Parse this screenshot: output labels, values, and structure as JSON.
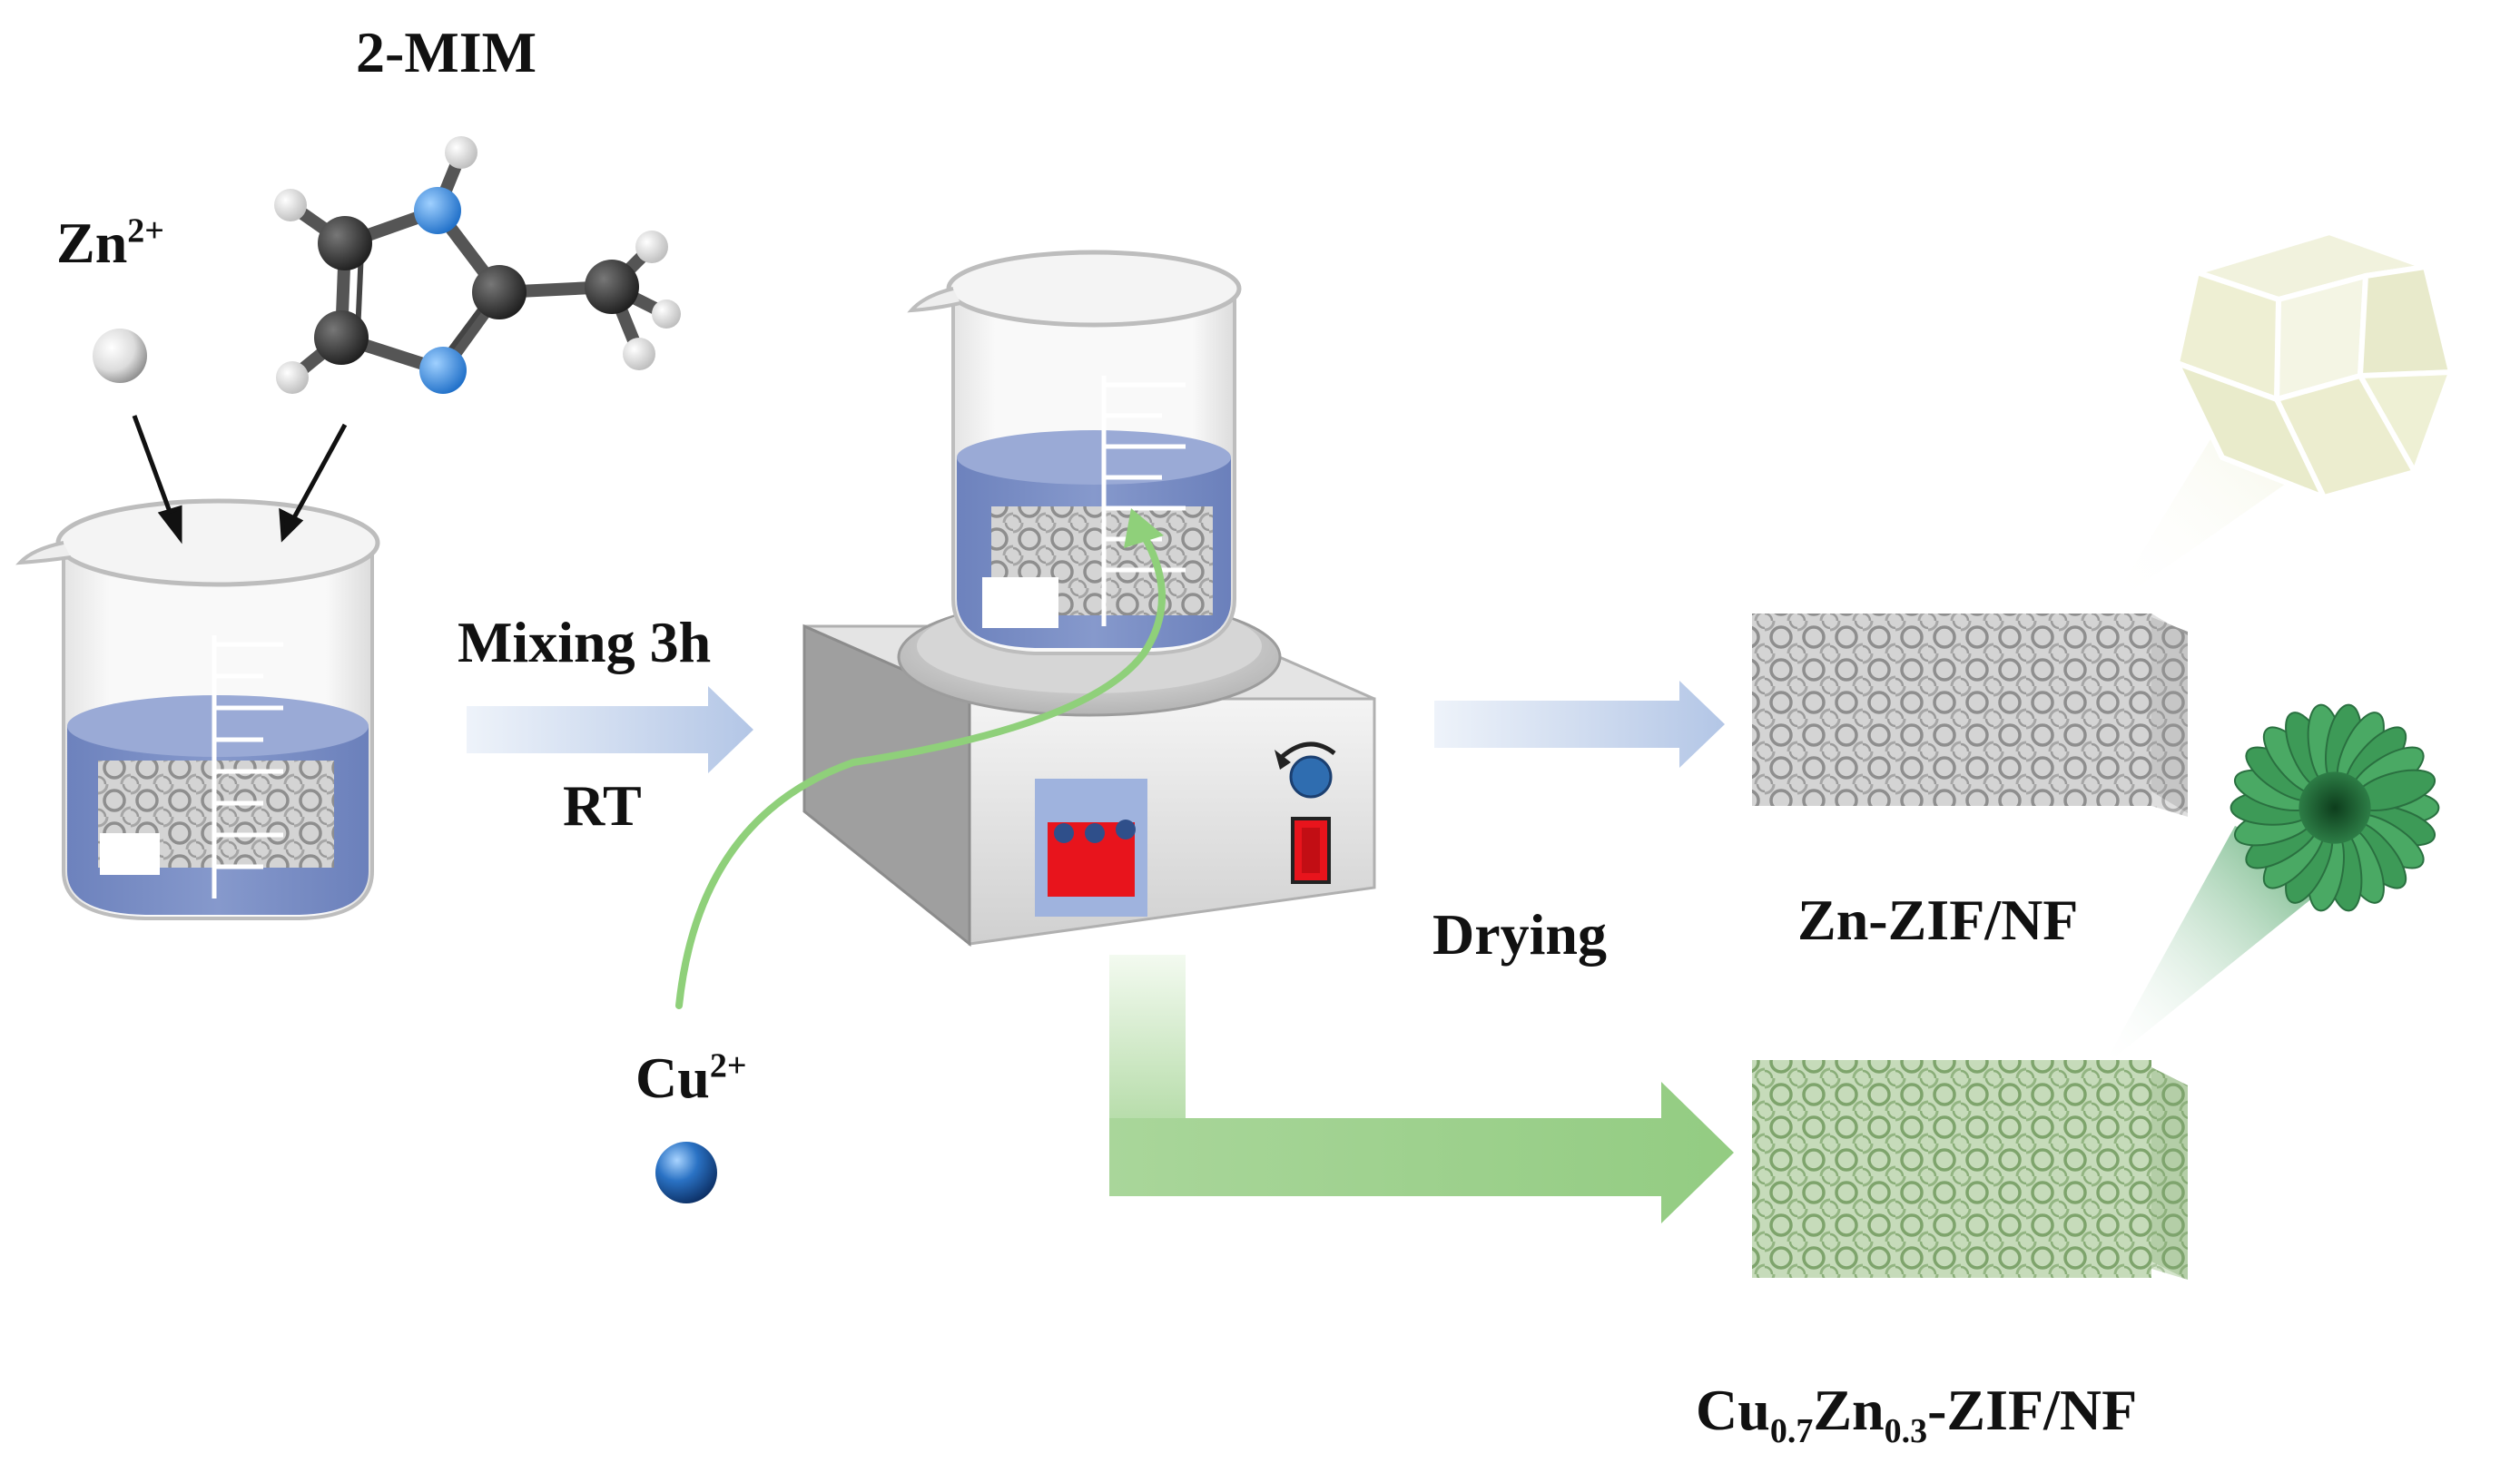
{
  "labels": {
    "ligand": "2-MIM",
    "zn_ion": "Zn",
    "zn_charge": "2+",
    "cu_ion": "Cu",
    "cu_charge": "2+",
    "step_mixing": "Mixing 3h",
    "step_rt": "RT",
    "step_drying": "Drying",
    "product_zn": "Zn-ZIF/NF",
    "product_cu_a": "Cu",
    "product_cu_sub1": "0.7",
    "product_cu_b": "Zn",
    "product_cu_sub2": "0.3",
    "product_cu_c": "-ZIF/NF"
  },
  "colors": {
    "solution_blue": "#7f93c6",
    "foam_gray": "#b5b5b5",
    "foam_green": "#9bbf8c",
    "arrow_blue": "#b9cbe8",
    "arrow_green": "#9fd08f",
    "curve_green": "#8fd07a",
    "display_red": "#e8141c",
    "panel_blue": "#8ea5d8",
    "knob_blue": "#2f6db0",
    "cu_sphere": "#2467b5",
    "nitrogen_blue": "#2e8be0",
    "carbon_dark": "#3a3a3a",
    "hydrogen_white": "#f2f2f2",
    "dodecahedron_fill": "#f2f3df",
    "sea_urchin_green": "#3d9a57"
  },
  "icons": {
    "left_beaker": "beaker-icon",
    "stirrer": "magnetic-stirrer-icon",
    "molecule": "2-methylimidazole-molecule-icon",
    "zn_sphere": "zinc-ion-sphere-icon",
    "cu_sphere": "copper-ion-sphere-icon",
    "zn_crystal": "rhombic-dodecahedron-icon",
    "cu_crystal": "sea-urchin-sphere-icon"
  }
}
